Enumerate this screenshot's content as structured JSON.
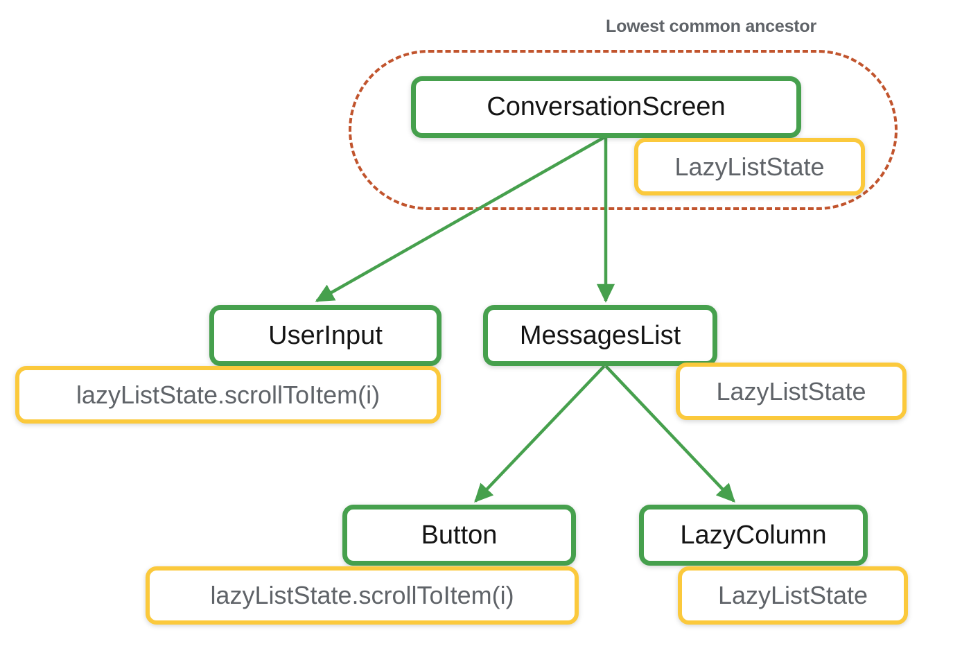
{
  "diagram": {
    "title_label": "Lowest common ancestor",
    "colors": {
      "node_border_green": "#46a04d",
      "node_border_yellow": "#fbc93c",
      "region_dashed": "#c1542d",
      "label_text": "#5f6368",
      "node_text": "#141414",
      "background": "#ffffff"
    },
    "nodes": [
      {
        "id": "conversation-screen",
        "label": "ConversationScreen",
        "kind": "composable"
      },
      {
        "id": "conversation-screen-state",
        "label": "LazyListState",
        "kind": "state"
      },
      {
        "id": "user-input",
        "label": "UserInput",
        "kind": "composable"
      },
      {
        "id": "user-input-state",
        "label": "lazyListState.scrollToItem(i)",
        "kind": "state"
      },
      {
        "id": "messages-list",
        "label": "MessagesList",
        "kind": "composable"
      },
      {
        "id": "messages-list-state",
        "label": "LazyListState",
        "kind": "state"
      },
      {
        "id": "button",
        "label": "Button",
        "kind": "composable"
      },
      {
        "id": "button-state",
        "label": "lazyListState.scrollToItem(i)",
        "kind": "state"
      },
      {
        "id": "lazy-column",
        "label": "LazyColumn",
        "kind": "composable"
      },
      {
        "id": "lazy-column-state",
        "label": "LazyListState",
        "kind": "state"
      }
    ],
    "edges": [
      {
        "from": "conversation-screen",
        "to": "user-input"
      },
      {
        "from": "conversation-screen",
        "to": "messages-list"
      },
      {
        "from": "messages-list",
        "to": "button"
      },
      {
        "from": "messages-list",
        "to": "lazy-column"
      }
    ],
    "region": {
      "label": "Lowest common ancestor",
      "contains": [
        "conversation-screen",
        "conversation-screen-state"
      ]
    }
  }
}
